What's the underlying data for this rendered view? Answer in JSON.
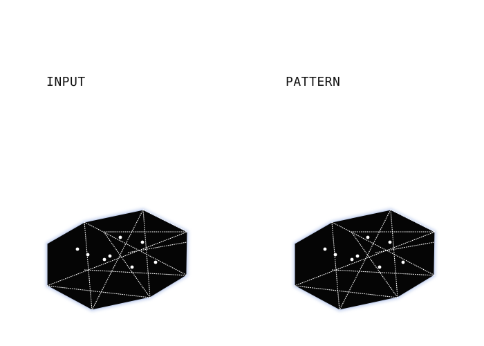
{
  "panels": [
    {
      "id": "input",
      "label": "INPUT"
    },
    {
      "id": "pattern",
      "label": "PATTERN"
    }
  ],
  "style": {
    "fill": "#050505",
    "line": "#ffffff",
    "glow": "#c8d4f0",
    "dot": "#ffffff"
  }
}
